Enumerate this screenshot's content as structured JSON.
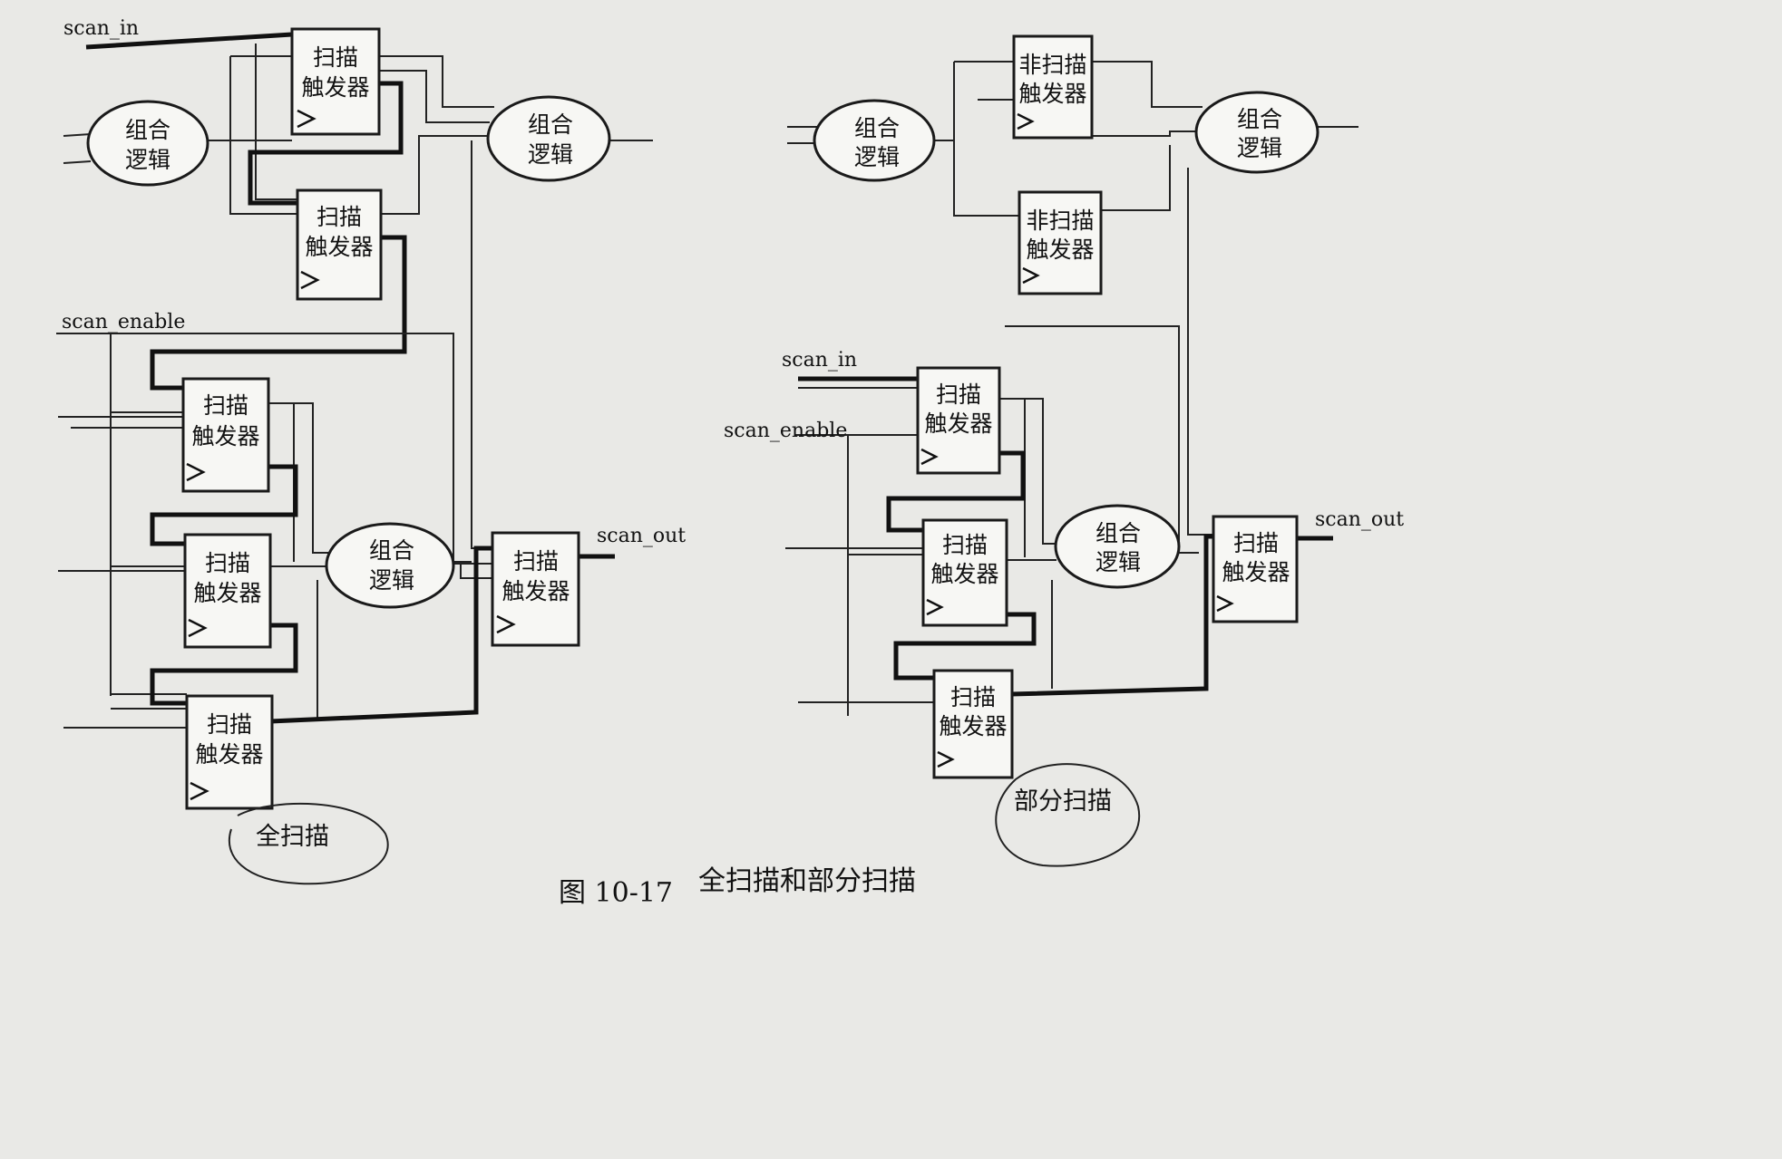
{
  "signals": {
    "scan_in_left": "scan_in",
    "scan_enable_left": "scan_enable",
    "scan_out_left": "scan_out",
    "scan_in_right": "scan_in",
    "scan_enable_right": "scan_enable",
    "scan_out_right": "scan_out"
  },
  "blocks": {
    "scan_ff_line1": "扫描",
    "scan_ff_line2": "触发器",
    "nonscan_ff_line1": "非扫描",
    "nonscan_ff_line2": "触发器",
    "logic_line1": "组合",
    "logic_line2": "逻辑"
  },
  "annotations": {
    "full_scan": "全扫描",
    "partial_scan": "部分扫描"
  },
  "caption": {
    "figure_number": "图 10-17",
    "title": "全扫描和部分扫描"
  }
}
